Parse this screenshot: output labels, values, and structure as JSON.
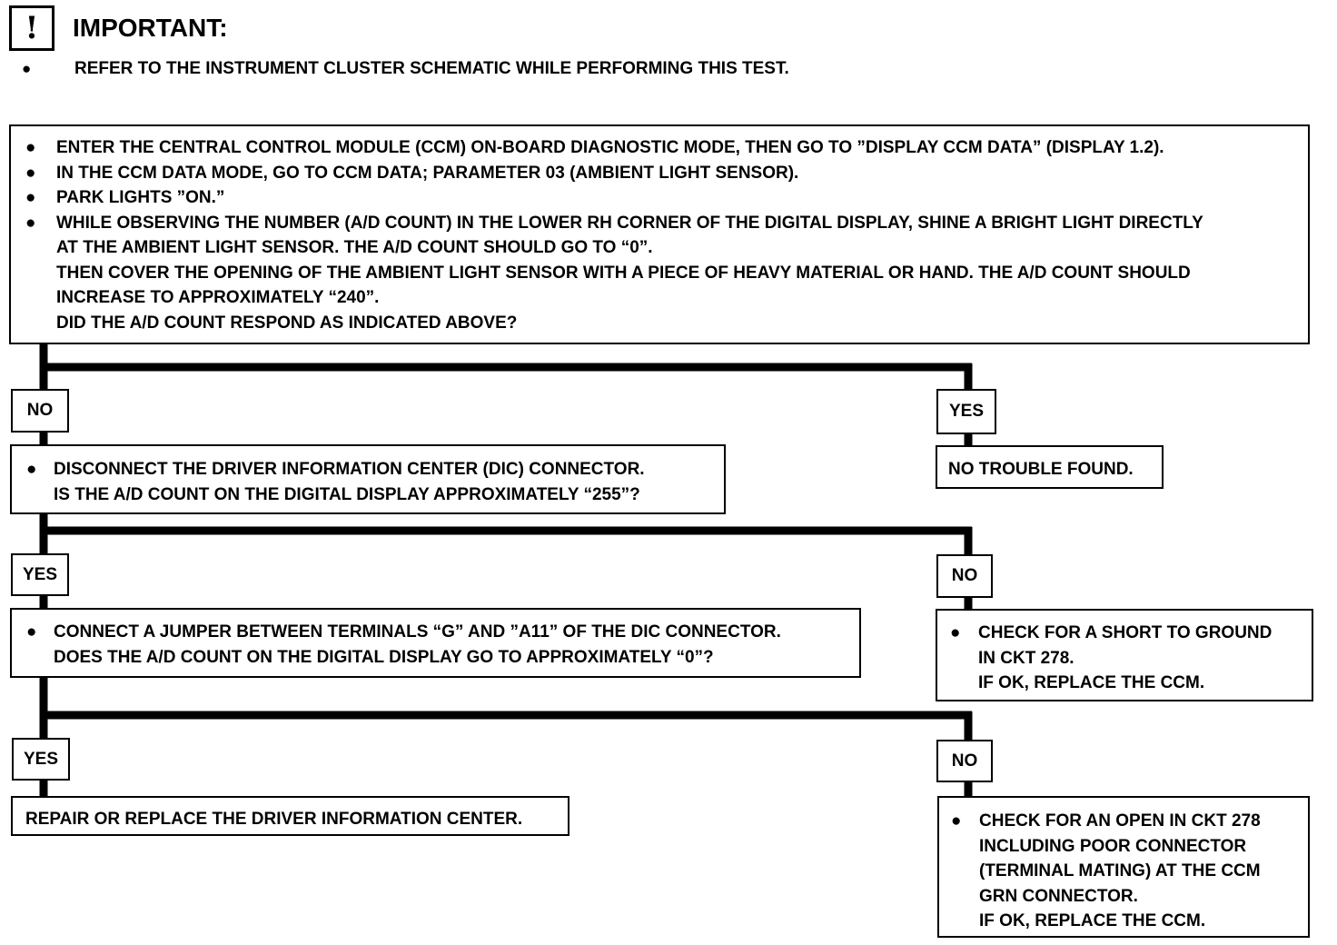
{
  "header": {
    "icon_glyph": "!",
    "title": "IMPORTANT:",
    "note_bullet": "●",
    "note": "REFER TO THE INSTRUMENT CLUSTER SCHEMATIC WHILE PERFORMING THIS TEST."
  },
  "box1": {
    "bullet": "●",
    "items": [
      "ENTER THE CENTRAL CONTROL MODULE (CCM) ON-BOARD DIAGNOSTIC MODE, THEN GO TO ”DISPLAY CCM DATA” (DISPLAY 1.2).",
      "IN THE CCM DATA MODE, GO TO CCM DATA; PARAMETER 03 (AMBIENT LIGHT SENSOR).",
      "PARK LIGHTS ”ON.”",
      "WHILE OBSERVING THE NUMBER (A/D COUNT) IN THE LOWER RH CORNER OF THE DIGITAL DISPLAY, SHINE A BRIGHT LIGHT DIRECTLY"
    ],
    "continuation": [
      "AT THE AMBIENT LIGHT SENSOR.  THE A/D COUNT SHOULD GO TO “0”.",
      "THEN COVER THE OPENING OF THE AMBIENT LIGHT SENSOR WITH A PIECE OF HEAVY MATERIAL OR HAND.  THE A/D COUNT SHOULD",
      "INCREASE TO APPROXIMATELY “240”.",
      "DID THE A/D COUNT RESPOND AS INDICATED ABOVE?"
    ]
  },
  "labels": {
    "no1": "NO",
    "yes1": "YES",
    "yes2": "YES",
    "no2": "NO",
    "yes3": "YES",
    "no3": "NO"
  },
  "no_trouble": "NO TROUBLE FOUND.",
  "box2": {
    "bullet": "●",
    "line1": "DISCONNECT THE DRIVER INFORMATION CENTER (DIC) CONNECTOR.",
    "line2": "IS THE A/D COUNT ON THE DIGITAL DISPLAY APPROXIMATELY “255”?"
  },
  "box3": {
    "bullet": "●",
    "line1": "CONNECT A JUMPER BETWEEN TERMINALS “G” AND ”A11” OF THE DIC CONNECTOR.",
    "line2": "DOES THE A/D COUNT ON THE DIGITAL DISPLAY GO TO APPROXIMATELY “0”?"
  },
  "box_short": {
    "bullet": "●",
    "line1": "CHECK FOR A SHORT TO GROUND",
    "line2": "IN CKT 278.",
    "line3": "IF OK, REPLACE THE CCM."
  },
  "repair": "REPAIR OR REPLACE THE DRIVER INFORMATION CENTER.",
  "box_open": {
    "bullet": "●",
    "line1": "CHECK FOR AN OPEN IN CKT 278",
    "line2": "INCLUDING POOR CONNECTOR",
    "line3": "(TERMINAL MATING) AT THE CCM",
    "line4": "GRN CONNECTOR.",
    "line5": "IF OK, REPLACE THE CCM."
  }
}
